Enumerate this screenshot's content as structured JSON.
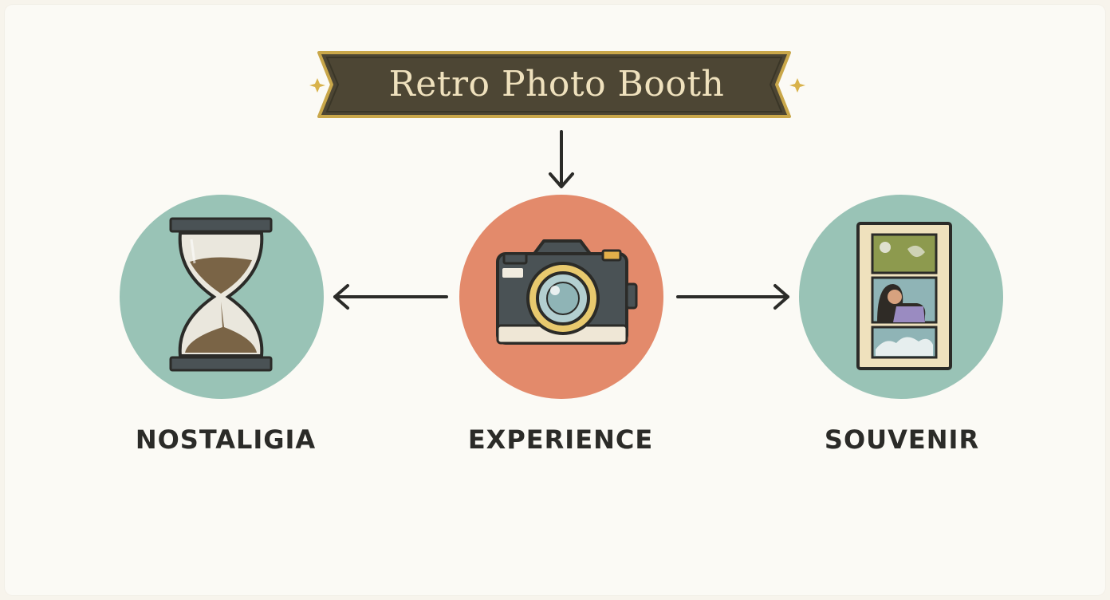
{
  "title": "Retro Photo Booth",
  "nodes": [
    {
      "label": "NOSTALIGIA",
      "icon": "hourglass-icon",
      "circle_color": "#99c3b6"
    },
    {
      "label": "EXPERIENCE",
      "icon": "camera-icon",
      "circle_color": "#e38a6b"
    },
    {
      "label": "SOUVENIR",
      "icon": "photo-strip-icon",
      "circle_color": "#99c3b6"
    }
  ],
  "edges": [
    {
      "from": "Retro Photo Booth",
      "to": "EXPERIENCE"
    },
    {
      "from": "EXPERIENCE",
      "to": "NOSTALIGIA"
    },
    {
      "from": "EXPERIENCE",
      "to": "SOUVENIR"
    }
  ],
  "colors": {
    "banner_fill": "#4d4634",
    "banner_border": "#c9a74a",
    "banner_text": "#efe1bd",
    "arrow": "#2b2b28",
    "label_text": "#2b2b28"
  }
}
